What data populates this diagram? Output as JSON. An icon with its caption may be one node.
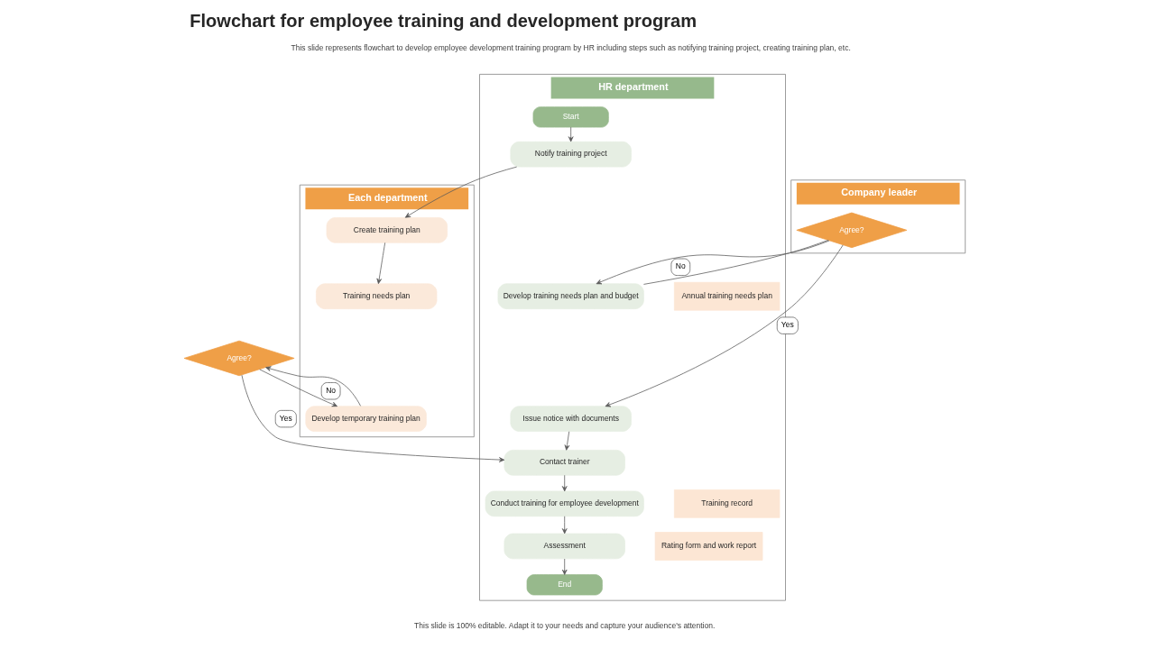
{
  "diagram": {
    "title": "Flowchart for employee training and development program",
    "caption": "This slide is 100% editable. Adapt it to your needs and capture your audience's attention.",
    "nodes": [
      {
        "text": [
          "Each department"
        ]
      },
      {
        "text": [
          "HR department"
        ]
      },
      {
        "text": [
          "Company leader"
        ]
      },
      {
        "text": [
          "Start"
        ],
        "in": 1
      },
      {
        "text": [
          "Notify training project"
        ],
        "in": 1
      },
      {
        "text": [
          "Create training plan"
        ],
        "in": 0
      },
      {
        "text": [
          "Annual training needs plan"
        ],
        "in": 1
      },
      {
        "text": [
          "Develop training needs plan and budget"
        ],
        "in": 1
      },
      {
        "text": [
          "Training needs plan"
        ],
        "in": 0
      },
      {
        "text": [
          "Agree?"
        ],
        "in": 2
      },
      {
        "text": [
          "Issue notice with documents"
        ],
        "in": 1
      },
      {
        "text": [
          "Develop temporary training plan"
        ],
        "in": 0
      },
      {
        "text": [
          "Agree?"
        ]
      },
      {
        "text": [
          "Contact trainer"
        ],
        "in": 1
      },
      {
        "text": [
          "Training record"
        ],
        "in": 1
      },
      {
        "text": [
          "Conduct training for employee development"
        ],
        "in": 1
      },
      {
        "text": [
          "Rating form and work report"
        ],
        "in": 1
      },
      {
        "text": [
          "Assessment"
        ],
        "in": 1
      },
      {
        "text": [
          "End"
        ],
        "in": 1
      }
    ],
    "edges": [
      {
        "from": 3,
        "to": 4,
        "arrow": "to"
      },
      {
        "from": 4,
        "to": 5,
        "arrow": "to"
      },
      {
        "from": 5,
        "to": 8,
        "arrow": "to"
      },
      {
        "from": 7,
        "to": 9,
        "arrow": "none"
      },
      {
        "from": 9,
        "to": 7,
        "arrow": "to",
        "label": "No"
      },
      {
        "from": 9,
        "to": 10,
        "arrow": "to",
        "label": "Yes"
      },
      {
        "from": 12,
        "to": 11,
        "arrow": "to",
        "label": "No"
      },
      {
        "from": 11,
        "to": 12,
        "arrow": "to"
      },
      {
        "from": 12,
        "to": 13,
        "arrow": "to",
        "label": "Yes"
      },
      {
        "from": 10,
        "to": 13,
        "arrow": "to"
      },
      {
        "from": 13,
        "to": 15,
        "arrow": "to"
      },
      {
        "from": 15,
        "to": 17,
        "arrow": "to"
      },
      {
        "from": 17,
        "to": 18,
        "arrow": "to"
      }
    ],
    "labels": [
      "This slide represents flowchart to develop employee development training program by HR including steps such as notifying training project, creating training plan, etc."
    ]
  }
}
